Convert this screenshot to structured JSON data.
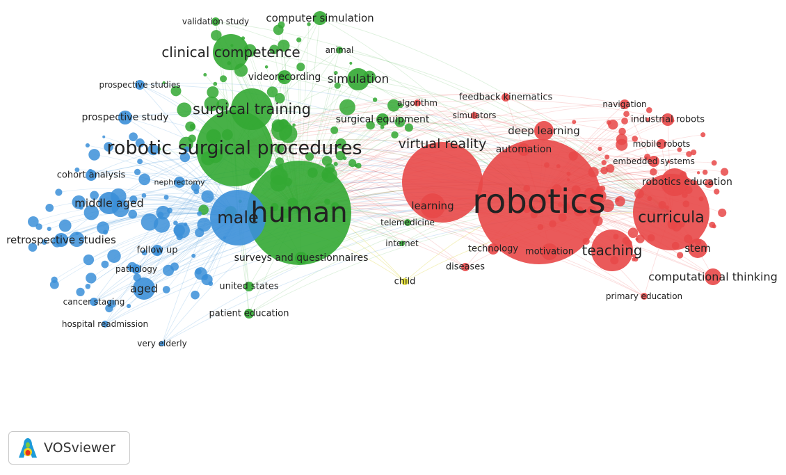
{
  "app": {
    "name": "VOSviewer"
  },
  "colors": {
    "cluster_red": "#e84848",
    "cluster_green": "#33a833",
    "cluster_blue": "#3b8fd8",
    "cluster_yellow": "#e6e02a"
  },
  "network": {
    "nodes": [
      {
        "id": "robotics",
        "label": "robotics",
        "cluster": "red",
        "weight": 100
      },
      {
        "id": "curricula",
        "label": "curricula",
        "cluster": "red",
        "weight": 32
      },
      {
        "id": "teaching",
        "label": "teaching",
        "cluster": "red",
        "weight": 20
      },
      {
        "id": "virtual-reality",
        "label": "virtual reality",
        "cluster": "red",
        "weight": 18
      },
      {
        "id": "deep-learning",
        "label": "deep learning",
        "cluster": "red",
        "weight": 12
      },
      {
        "id": "robotics-education",
        "label": "robotics education",
        "cluster": "red",
        "weight": 10
      },
      {
        "id": "computational-thinking",
        "label": "computational thinking",
        "cluster": "red",
        "weight": 10
      },
      {
        "id": "automation",
        "label": "automation",
        "cluster": "red",
        "weight": 8
      },
      {
        "id": "learning",
        "label": "learning",
        "cluster": "red",
        "weight": 9
      },
      {
        "id": "motivation",
        "label": "motivation",
        "cluster": "red",
        "weight": 8
      },
      {
        "id": "stem",
        "label": "stem",
        "cluster": "red",
        "weight": 9
      },
      {
        "id": "industrial-robots",
        "label": "industrial robots",
        "cluster": "red",
        "weight": 7
      },
      {
        "id": "embedded-systems",
        "label": "embedded systems",
        "cluster": "red",
        "weight": 6
      },
      {
        "id": "mobile-robots",
        "label": "mobile robots",
        "cluster": "red",
        "weight": 6
      },
      {
        "id": "navigation",
        "label": "navigation",
        "cluster": "red",
        "weight": 5
      },
      {
        "id": "technology",
        "label": "technology",
        "cluster": "red",
        "weight": 6
      },
      {
        "id": "diseases",
        "label": "diseases",
        "cluster": "red",
        "weight": 5
      },
      {
        "id": "primary-education",
        "label": "primary education",
        "cluster": "red",
        "weight": 5
      },
      {
        "id": "feedback-kinematics",
        "label": "feedback kinematics",
        "cluster": "red",
        "weight": 5
      },
      {
        "id": "simulators",
        "label": "simulators",
        "cluster": "red",
        "weight": 4
      },
      {
        "id": "algorithm",
        "label": "algorithm",
        "cluster": "red",
        "weight": 4
      },
      {
        "id": "human",
        "label": "human",
        "cluster": "green",
        "weight": 75
      },
      {
        "id": "robotic-surgical-procedures",
        "label": "robotic surgical procedures",
        "cluster": "green",
        "weight": 45
      },
      {
        "id": "surgical-training",
        "label": "surgical training",
        "cluster": "green",
        "weight": 22
      },
      {
        "id": "clinical-competence",
        "label": "clinical competence",
        "cluster": "green",
        "weight": 18
      },
      {
        "id": "simulation",
        "label": "simulation",
        "cluster": "green",
        "weight": 12
      },
      {
        "id": "computer-simulation",
        "label": "computer simulation",
        "cluster": "green",
        "weight": 8
      },
      {
        "id": "videorecording",
        "label": "videorecording",
        "cluster": "green",
        "weight": 8
      },
      {
        "id": "surgical-equipment",
        "label": "surgical equipment",
        "cluster": "green",
        "weight": 8
      },
      {
        "id": "surveys-and-questionnaires",
        "label": "surveys and questionnaires",
        "cluster": "green",
        "weight": 9
      },
      {
        "id": "united-states",
        "label": "united states",
        "cluster": "green",
        "weight": 6
      },
      {
        "id": "patient-education",
        "label": "patient education",
        "cluster": "green",
        "weight": 6
      },
      {
        "id": "validation-study",
        "label": "validation study",
        "cluster": "green",
        "weight": 5
      },
      {
        "id": "animal",
        "label": "animal",
        "cluster": "green",
        "weight": 4
      },
      {
        "id": "internet",
        "label": "internet",
        "cluster": "green",
        "weight": 4
      },
      {
        "id": "telemedicine",
        "label": "telemedicine",
        "cluster": "green",
        "weight": 4
      },
      {
        "id": "male",
        "label": "male",
        "cluster": "blue",
        "weight": 40
      },
      {
        "id": "middle-aged",
        "label": "middle aged",
        "cluster": "blue",
        "weight": 14
      },
      {
        "id": "aged",
        "label": "aged",
        "cluster": "blue",
        "weight": 14
      },
      {
        "id": "retrospective-studies",
        "label": "retrospective studies",
        "cluster": "blue",
        "weight": 10
      },
      {
        "id": "prospective-study",
        "label": "prospective study",
        "cluster": "blue",
        "weight": 8
      },
      {
        "id": "prospective-studies",
        "label": "prospective studies",
        "cluster": "blue",
        "weight": 6
      },
      {
        "id": "cohort-analysis",
        "label": "cohort analysis",
        "cluster": "blue",
        "weight": 7
      },
      {
        "id": "nephrectomy",
        "label": "nephrectomy",
        "cluster": "blue",
        "weight": 6
      },
      {
        "id": "follow-up",
        "label": "follow up",
        "cluster": "blue",
        "weight": 7
      },
      {
        "id": "pathology",
        "label": "pathology",
        "cluster": "blue",
        "weight": 6
      },
      {
        "id": "cancer-staging",
        "label": "cancer staging",
        "cluster": "blue",
        "weight": 5
      },
      {
        "id": "hospital-readmission",
        "label": "hospital readmission",
        "cluster": "blue",
        "weight": 5
      },
      {
        "id": "very-elderly",
        "label": "very elderly",
        "cluster": "blue",
        "weight": 4
      },
      {
        "id": "child",
        "label": "child",
        "cluster": "yellow",
        "weight": 4
      }
    ]
  }
}
